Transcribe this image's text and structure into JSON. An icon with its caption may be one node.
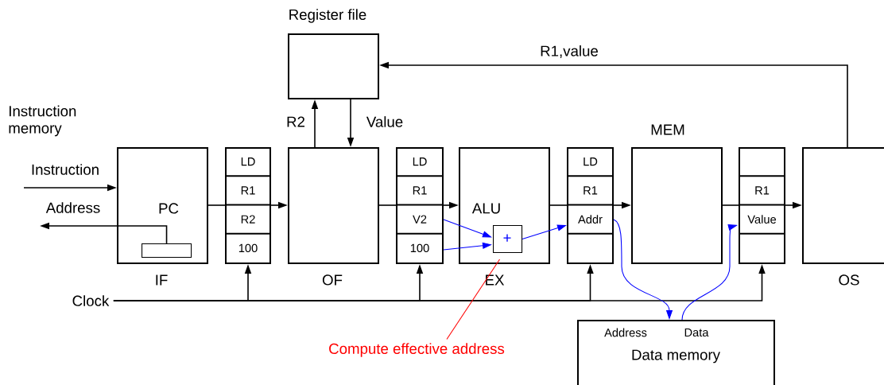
{
  "diagram": {
    "nodes": [
      {
        "text": [
          "Register file"
        ]
      },
      {
        "text": [
          "PC",
          "IF"
        ]
      },
      {
        "text": [],
        "shape": "box",
        "in": 1
      },
      {
        "text": [
          "LD",
          "R1",
          "R2",
          "100"
        ]
      },
      {
        "text": [
          "OF"
        ]
      },
      {
        "text": [
          "LD",
          "R1",
          "V2",
          "100"
        ]
      },
      {
        "text": [
          "ALU",
          "EX"
        ]
      },
      {
        "text": [
          "+"
        ],
        "in": 6
      },
      {
        "text": [
          "LD",
          "R1",
          "Addr"
        ]
      },
      {
        "text": [
          "MEM"
        ]
      },
      {
        "text": [
          "R1",
          "Value"
        ]
      },
      {
        "text": [
          "OS"
        ]
      },
      {
        "text": [
          "Address",
          "Data",
          "Data memory"
        ]
      },
      {
        "text": [
          "Clock"
        ]
      },
      {
        "text": [
          "Compute effective address"
        ]
      }
    ],
    "edges": [
      {
        "from": 1,
        "to": 3,
        "arrow": "none"
      },
      {
        "from": 3,
        "to": 4,
        "arrow": "to"
      },
      {
        "from": 4,
        "to": 5,
        "arrow": "none"
      },
      {
        "from": 5,
        "to": 6,
        "arrow": "to"
      },
      {
        "from": 6,
        "to": 8,
        "arrow": "none"
      },
      {
        "from": 8,
        "to": 9,
        "arrow": "to"
      },
      {
        "from": 9,
        "to": 10,
        "arrow": "none"
      },
      {
        "from": 10,
        "to": 11,
        "arrow": "to"
      },
      {
        "from": 4,
        "to": 0,
        "arrow": "to",
        "label": "R2"
      },
      {
        "from": 0,
        "to": 4,
        "arrow": "to",
        "label": "Value"
      },
      {
        "from": 11,
        "to": 0,
        "arrow": "to",
        "label": "R1,value"
      },
      {
        "from": null,
        "to": 1,
        "arrow": "to",
        "label": "Instruction"
      },
      {
        "from": 2,
        "to": null,
        "arrow": "to",
        "label": "Address"
      },
      {
        "from": 13,
        "to": 3,
        "arrow": "to"
      },
      {
        "from": 13,
        "to": 5,
        "arrow": "to"
      },
      {
        "from": 13,
        "to": 8,
        "arrow": "to"
      },
      {
        "from": 13,
        "to": 10,
        "arrow": "to"
      },
      {
        "from": 5,
        "to": 7,
        "arrow": "to",
        "color": "#0000ff"
      },
      {
        "from": 5,
        "to": 7,
        "arrow": "to",
        "color": "#0000ff"
      },
      {
        "from": 7,
        "to": 8,
        "arrow": "to",
        "color": "#0000ff"
      },
      {
        "from": 8,
        "to": 12,
        "arrow": "to",
        "color": "#0000ff"
      },
      {
        "from": 12,
        "to": 10,
        "arrow": "to",
        "color": "#0000ff"
      },
      {
        "from": 14,
        "to": 7,
        "arrow": "none",
        "color": "#ff0000"
      }
    ],
    "labels": [
      "Instruction memory"
    ]
  }
}
